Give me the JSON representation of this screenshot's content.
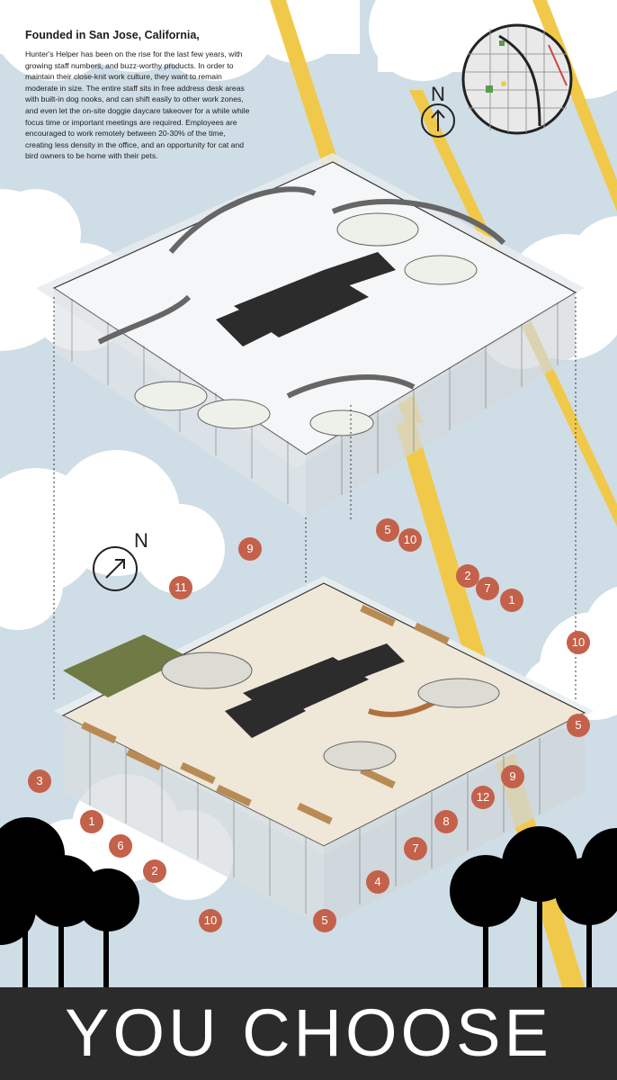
{
  "intro": {
    "heading": "Founded in San Jose, California,",
    "body": "Hunter's Helper has been on the rise for the last few years, with growing staff numbers, and buzz-worthy products. In order to maintain their close-knit work culture, they want to remain moderate in size. The entire staff sits in free address desk areas with built-in dog nooks, and can shift easily to other work zones, and even let the on-site doggie daycare takeover for a while while focus time or important meetings are required. Employees are encouraged to work remotely between 20-30% of the time, creating less density in the office, and an opportunity for cat and bird owners to be home with their pets."
  },
  "north": {
    "upper": "N",
    "lower": "N"
  },
  "callouts": [
    "5",
    "10",
    "9",
    "2",
    "7",
    "1",
    "11",
    "10",
    "5",
    "9",
    "12",
    "3",
    "1",
    "6",
    "8",
    "2",
    "7",
    "4",
    "10",
    "5"
  ],
  "banner": {
    "title": "YOU CHOOSE"
  },
  "colors": {
    "sky": "#cfdde6",
    "cloud": "#ffffff",
    "road": "#f1c94a",
    "callout": "#c4614a",
    "core": "#2c2c2c",
    "floor": "#efe7d8",
    "grass": "#6f7a44",
    "banner": "#2b2b2b"
  },
  "icons": [
    "compass-icon",
    "location-map-icon",
    "tree-icon",
    "cloud-icon"
  ]
}
